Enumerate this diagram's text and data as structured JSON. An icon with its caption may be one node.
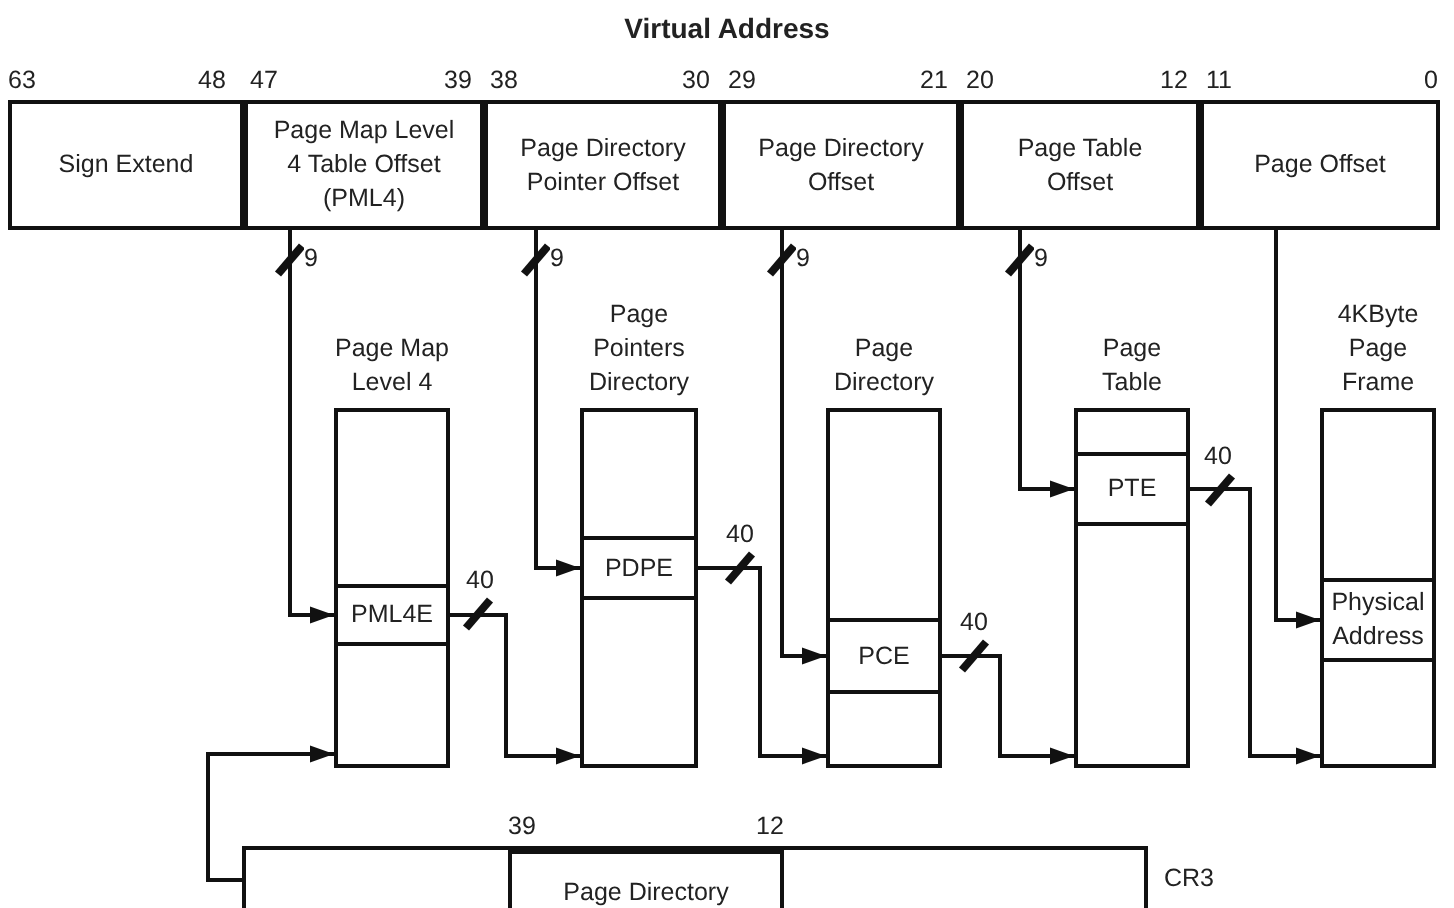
{
  "diagram": {
    "title": "Virtual Address",
    "nodes": [
      {
        "text": [
          "Sign Extend"
        ]
      },
      {
        "text": [
          "Page Map Level 4 Table Offset (PML4)"
        ]
      },
      {
        "text": [
          "Page Directory Pointer Offset"
        ]
      },
      {
        "text": [
          "Page Directory Offset"
        ]
      },
      {
        "text": [
          "Page Table Offset"
        ]
      },
      {
        "text": [
          "Page Offset"
        ]
      },
      {
        "text": [
          "Page Map Level 4"
        ]
      },
      {
        "text": [
          "PML4E"
        ],
        "in": 6
      },
      {
        "text": [
          "Page Pointers Directory"
        ]
      },
      {
        "text": [
          "PDPE"
        ],
        "in": 8
      },
      {
        "text": [
          "Page Directory"
        ]
      },
      {
        "text": [
          "PCE"
        ],
        "in": 10
      },
      {
        "text": [
          "Page Table"
        ]
      },
      {
        "text": [
          "PTE"
        ],
        "in": 12
      },
      {
        "text": [
          "4KByte Page Frame"
        ]
      },
      {
        "text": [
          "Physical Address"
        ],
        "in": 14
      },
      {
        "text": [],
        "shape": "box",
        "beside": [
          "CR3"
        ]
      },
      {
        "text": [
          "Page Directory"
        ],
        "in": 16
      }
    ],
    "edges": [
      {
        "from": 1,
        "to": 7,
        "arrow": "to",
        "label": "9"
      },
      {
        "from": 2,
        "to": 9,
        "arrow": "to",
        "label": "9"
      },
      {
        "from": 3,
        "to": 11,
        "arrow": "to",
        "label": "9"
      },
      {
        "from": 4,
        "to": 13,
        "arrow": "to",
        "label": "9"
      },
      {
        "from": 5,
        "to": 15,
        "arrow": "to"
      },
      {
        "from": 7,
        "to": 8,
        "arrow": "to",
        "label": "40"
      },
      {
        "from": 9,
        "to": 10,
        "arrow": "to",
        "label": "40"
      },
      {
        "from": 11,
        "to": 12,
        "arrow": "to",
        "label": "40"
      },
      {
        "from": 13,
        "to": 14,
        "arrow": "to",
        "label": "40"
      },
      {
        "from": 16,
        "to": 6,
        "arrow": "to"
      }
    ],
    "labels": [
      "63",
      "48",
      "47",
      "39",
      "38",
      "30",
      "29",
      "21",
      "20",
      "12",
      "11",
      "0",
      "39",
      "12"
    ]
  }
}
